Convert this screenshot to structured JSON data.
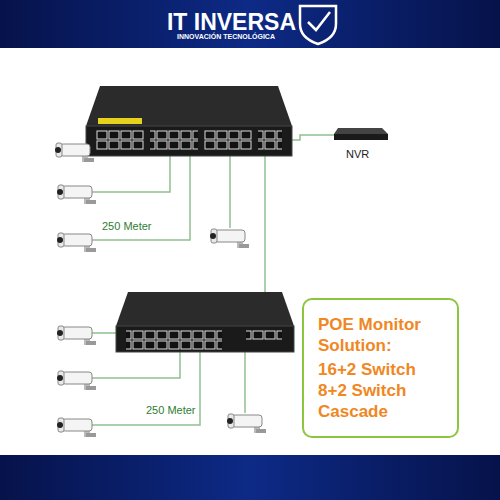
{
  "diagram": {
    "nodes": [
      {
        "text": [
          "POE Monitor Solution:",
          "16+2 Switch 8+2 Switch Cascade"
        ]
      }
    ],
    "labels": [
      "IT INVERSA",
      "INNOVACIÓN TECNOLÓGICA",
      "NVR",
      "250 Meter",
      "250 Meter"
    ]
  }
}
